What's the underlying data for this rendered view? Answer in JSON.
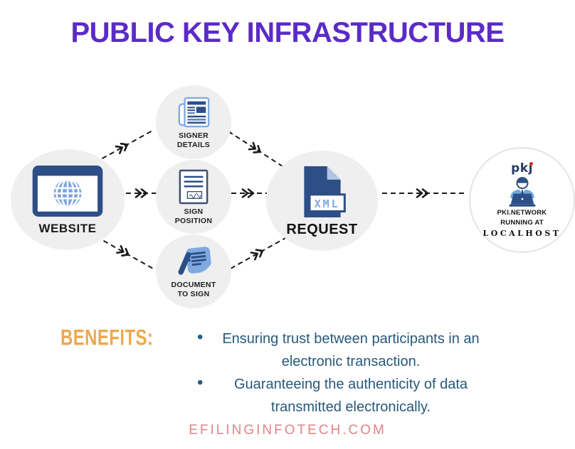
{
  "title": "PUBLIC KEY INFRASTRUCTURE",
  "diagram": {
    "website": {
      "label": "WEBSITE",
      "icon": "browser-globe-icon"
    },
    "signer_details": {
      "line1": "SIGNER",
      "line2": "DETAILS",
      "icon": "newspaper-document-icon"
    },
    "sign_position": {
      "line1": "SIGN",
      "line2": "POSITION",
      "icon": "signature-field-document-icon"
    },
    "document_to_sign": {
      "line1": "DOCUMENT",
      "line2": "TO SIGN",
      "icon": "pen-document-icon"
    },
    "request": {
      "label": "REQUEST",
      "file_label": "XML",
      "icon": "xml-file-icon"
    },
    "pki": {
      "logo_pk": "pk",
      "logo_j": "j",
      "line1": "PKI.NETWORK",
      "line2": "RUNNING AT",
      "line3": "LOCALHOST",
      "icon": "person-laptop-icon"
    },
    "connectors": [
      "website-to-signer-details",
      "website-to-sign-position",
      "website-to-document-to-sign",
      "signer-details-to-request",
      "sign-position-to-request",
      "document-to-sign-to-request",
      "request-to-pki"
    ]
  },
  "benefits": {
    "heading": "BENEFITS:",
    "items": [
      "Ensuring trust between participants in an electronic transaction.",
      "Guaranteeing the authenticity of data transmitted electronically."
    ]
  },
  "footer": {
    "text": "EFILINGINFOTECH.COM"
  },
  "colors": {
    "title": "#5B2BC7",
    "icon_navy": "#2D4E86",
    "icon_light_blue": "#7FA9E0",
    "node_background": "#EFEFEF",
    "benefits_heading": "#ECA94E",
    "benefits_text": "#27597B",
    "footer_text": "#DF8486",
    "arrow": "#1A1A1A"
  }
}
